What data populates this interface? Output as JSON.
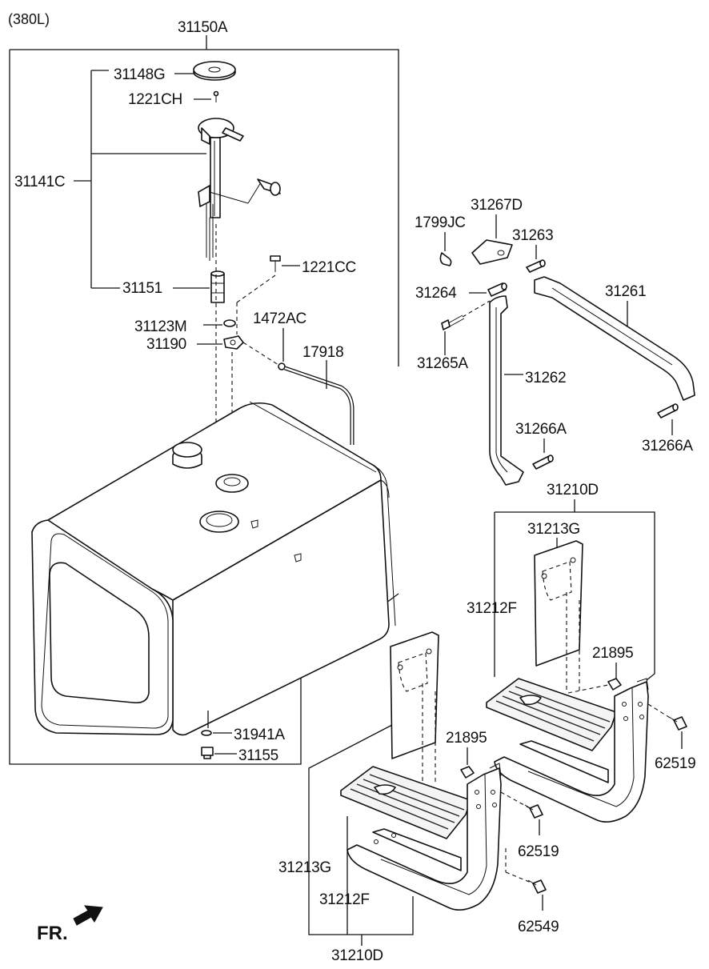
{
  "capacity": "(380L)",
  "orientation_label": "FR.",
  "labels": {
    "tank_assy": "31150A",
    "cap_seal": "31148G",
    "screw_top": "1221CH",
    "sender_assy": "31141C",
    "screw_cc": "1221CC",
    "filter": "31151",
    "hose_clip": "1472AC",
    "hose": "17918",
    "oring": "31123M",
    "vent": "31190",
    "drain_washer": "31941A",
    "drain_plug": "31155",
    "clamp": "1799JC",
    "bracket_cover": "31267D",
    "pin_top": "31263",
    "pin_left": "31264",
    "strap_long": "31261",
    "bolt_left": "31265A",
    "strap_vertical": "31262",
    "pin_mid": "31266A",
    "pin_right": "31266A",
    "step_assy_right": "31210D",
    "step_pad_right": "31213G",
    "step_plate_right": "31212F",
    "nut_right": "21895",
    "bolt_right": "62519",
    "nut_left": "21895",
    "bolt_left_step": "62519",
    "step_pad_left": "31213G",
    "step_plate_left": "31212F",
    "bolt_bottom": "62549",
    "step_assy_left": "31210D"
  },
  "icons": {
    "fr_arrow": "front-arrow-icon"
  }
}
